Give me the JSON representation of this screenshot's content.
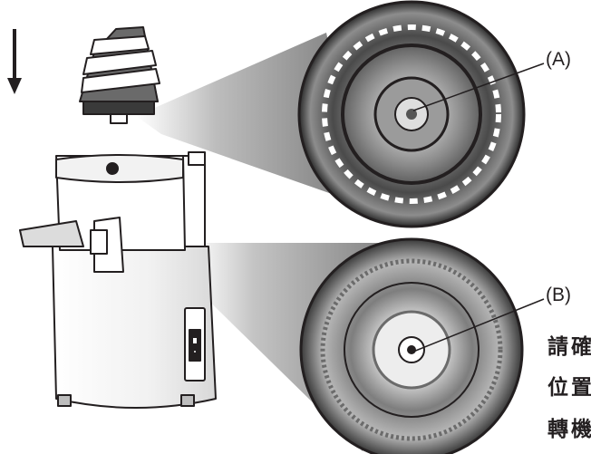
{
  "callouts": {
    "a_label": "(A)",
    "b_label": "(B)"
  },
  "instruction_text": {
    "line1": "請確",
    "line2": "位置",
    "line3": "轉機"
  },
  "colors": {
    "ink": "#231f20",
    "body": "#f2f2f2",
    "shade": "#8a8a8a"
  },
  "icons": {
    "direction_arrow": "down-arrow-icon"
  }
}
